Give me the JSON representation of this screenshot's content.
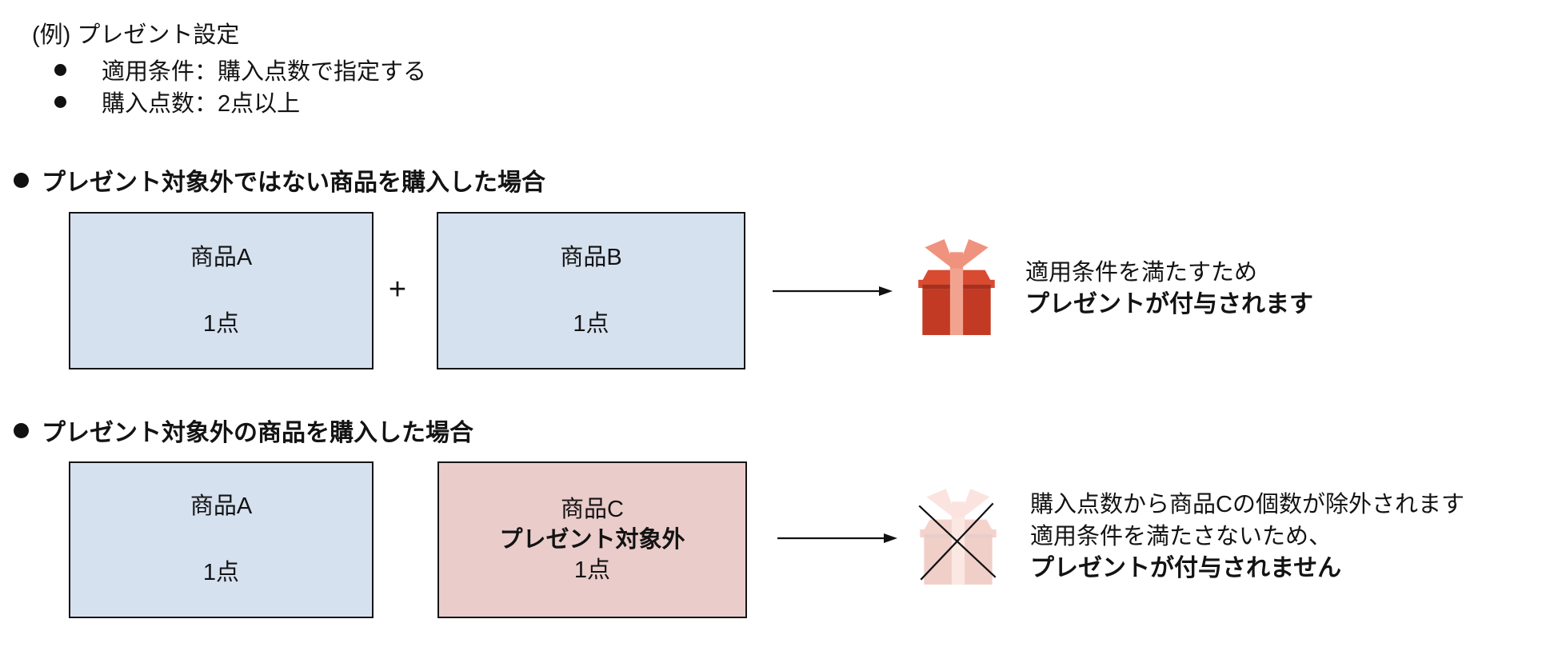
{
  "intro": {
    "title": "(例) プレゼント設定",
    "bullets": [
      "適用条件：購入点数で指定する",
      "購入点数：2点以上"
    ]
  },
  "colors": {
    "text": "#131313",
    "box_border": "#161616",
    "box_blue_fill": "#d6e1f0",
    "box_pink_fill": "#eacccb",
    "gift_body": "#c23a23",
    "gift_lid": "#d84b31",
    "gift_shade": "#a5311f",
    "gift_ribbon": "#f0937e",
    "gift_ribbon_light": "#f2a38f",
    "arrow": "#111111"
  },
  "case_included": {
    "heading": "プレゼント対象外ではない商品を購入した場合",
    "product_a": {
      "name": "商品A",
      "qty": "1点"
    },
    "operator": "+",
    "product_b": {
      "name": "商品B",
      "qty": "1点"
    },
    "gift_icon": "gift-icon",
    "result_line1": "適用条件を満たすため",
    "result_line2": "プレゼントが付与されます"
  },
  "case_excluded": {
    "heading": "プレゼント対象外の商品を購入した場合",
    "product_a": {
      "name": "商品A",
      "qty": "1点"
    },
    "product_c": {
      "name": "商品C",
      "note": "プレゼント対象外",
      "qty": "1点"
    },
    "gift_icon": "gift-crossed-icon",
    "result_line1": "購入点数から商品Cの個数が除外されます",
    "result_line2": "適用条件を満たさないため、",
    "result_line3": "プレゼントが付与されません"
  }
}
